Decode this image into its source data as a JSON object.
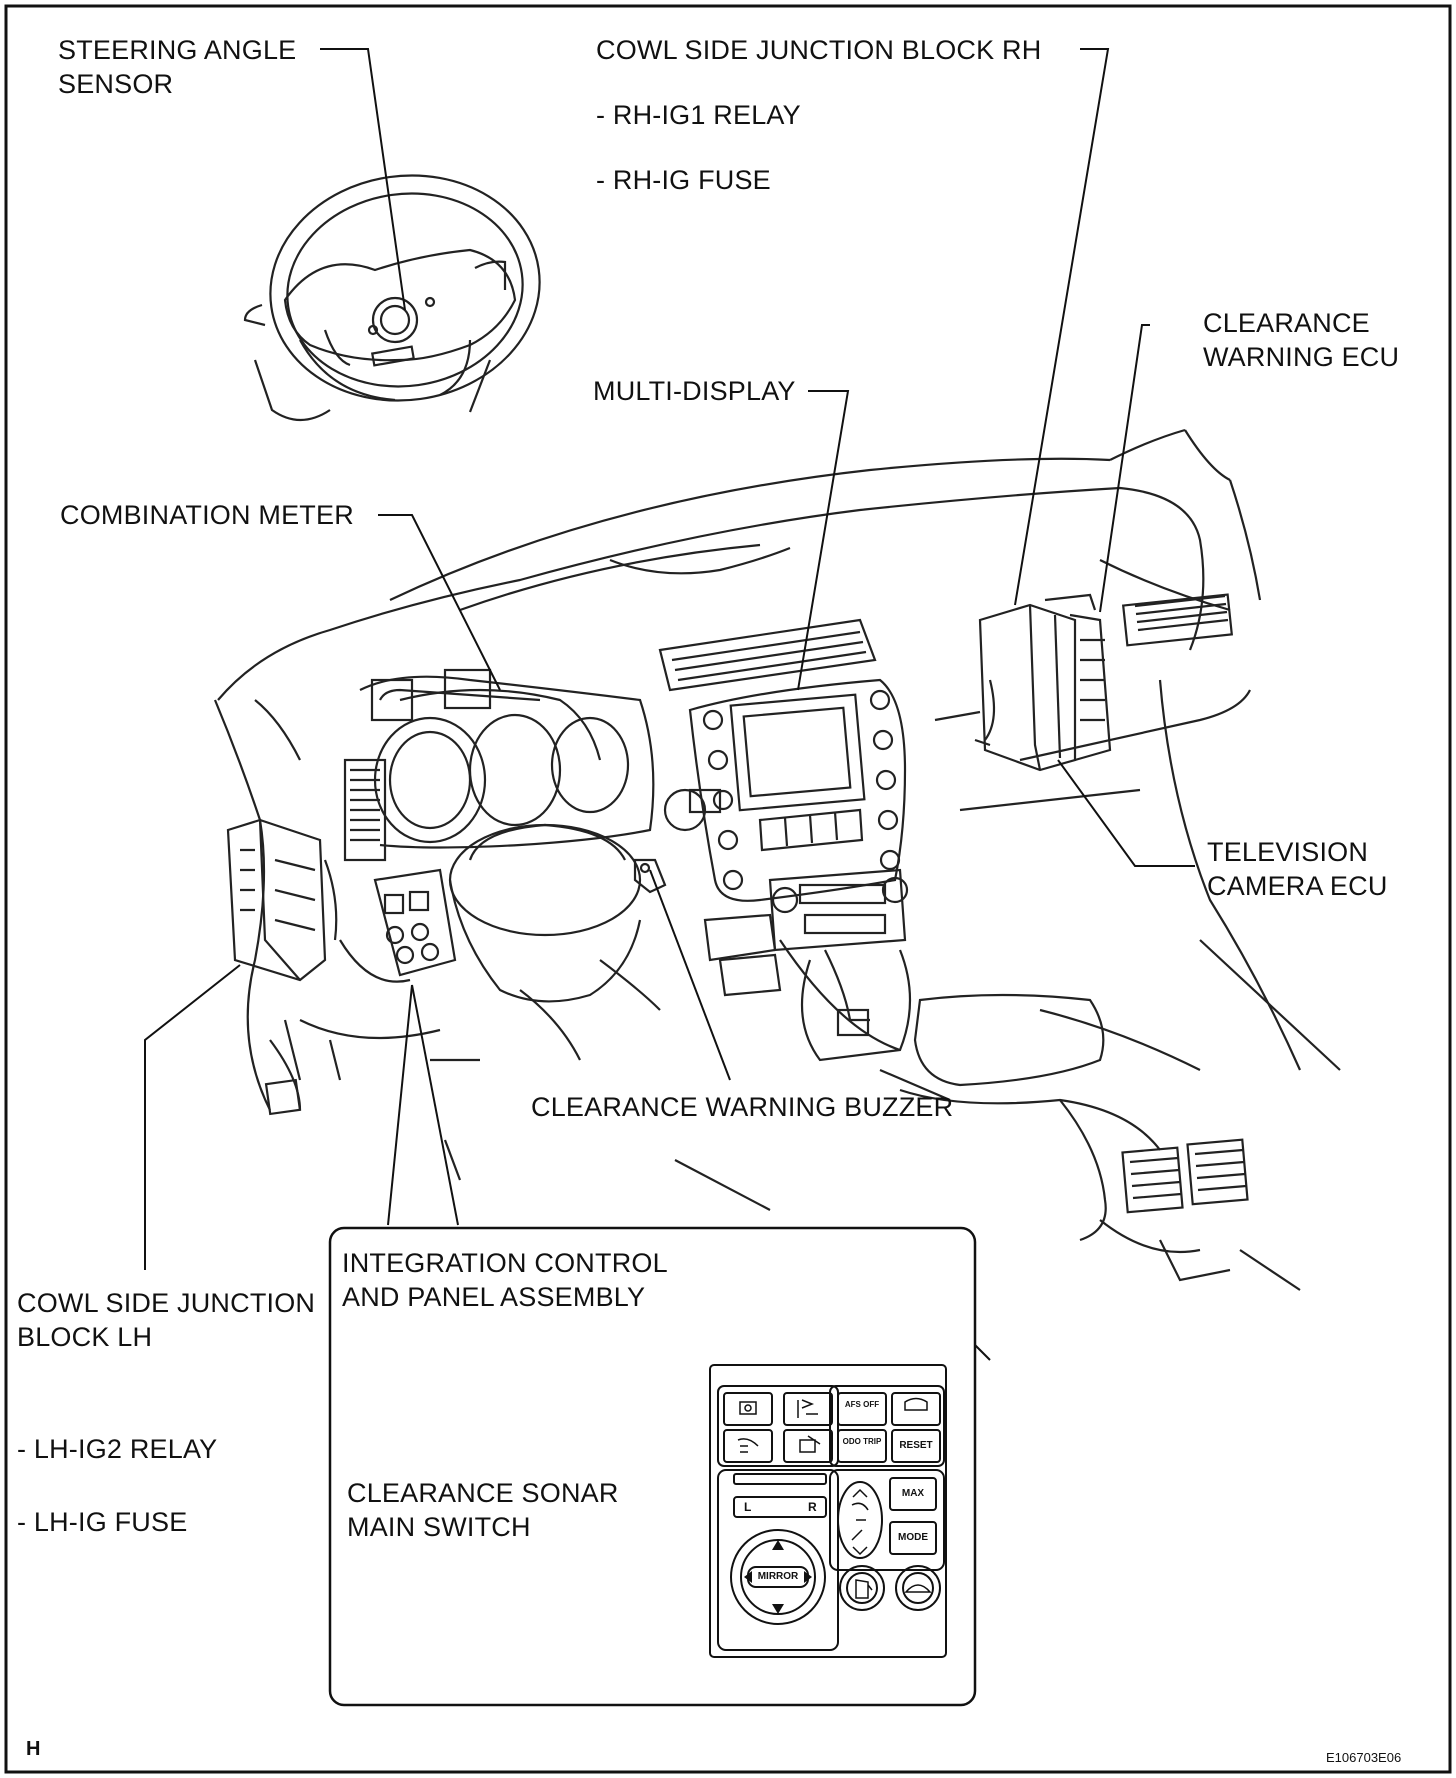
{
  "labels": {
    "steering_angle_sensor": [
      "STEERING ANGLE",
      "SENSOR"
    ],
    "cowl_rh": "COWL SIDE JUNCTION BLOCK RH",
    "rh_ig1_relay": "- RH-IG1 RELAY",
    "rh_ig_fuse": "- RH-IG FUSE",
    "clearance_warning_ecu": [
      "CLEARANCE",
      "WARNING ECU"
    ],
    "multi_display": "MULTI-DISPLAY",
    "combination_meter": "COMBINATION METER",
    "television_camera_ecu": [
      "TELEVISION",
      "CAMERA ECU"
    ],
    "clearance_warning_buzzer": "CLEARANCE WARNING BUZZER",
    "integration_control": [
      "INTEGRATION CONTROL",
      "AND PANEL ASSEMBLY"
    ],
    "cowl_lh": [
      "COWL SIDE JUNCTION",
      "BLOCK LH"
    ],
    "lh_ig2_relay": "- LH-IG2 RELAY",
    "lh_ig_fuse": "- LH-IG FUSE",
    "clearance_sonar_main_switch": [
      "CLEARANCE SONAR",
      "MAIN SWITCH"
    ]
  },
  "panel_buttons": {
    "afs_off": "AFS OFF",
    "odo_trip": "ODO TRIP",
    "reset": "RESET",
    "max": "MAX",
    "mode": "MODE",
    "mirror": "MIRROR",
    "left": "L",
    "right": "R"
  },
  "footer": {
    "corner_letter": "H",
    "figure_code": "E106703E06"
  }
}
